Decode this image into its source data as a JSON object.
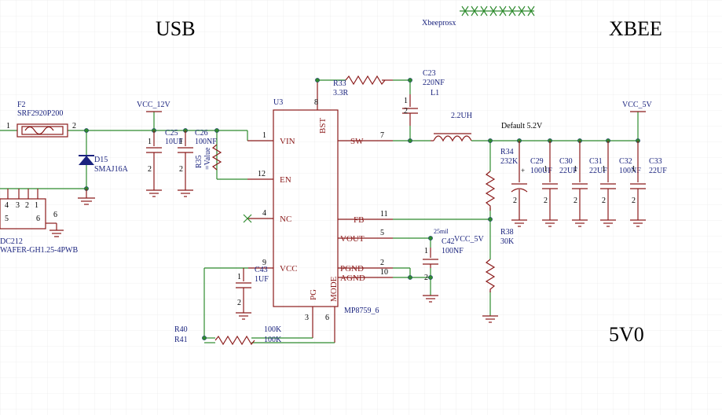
{
  "sections": {
    "usb": "USB",
    "xbee": "XBEE",
    "v5": "5V0"
  },
  "xbee_net": "Xbeeprosx",
  "nets": {
    "vcc12": "VCC_12V",
    "vcc5_top": "VCC_5V",
    "vcc5_mid": "VCC_5V",
    "default": "Default 5.2V",
    "mil": "25mil"
  },
  "connector": {
    "ref": "DC212",
    "part": "WAFER-GH1.25-4PWB",
    "pins": [
      "4",
      "3",
      "2",
      "1",
      "5",
      "6",
      "6"
    ]
  },
  "parts": {
    "f2": {
      "ref": "F2",
      "value": "SRF2920P200",
      "pin1": "1",
      "pin2": "2"
    },
    "d15": {
      "ref": "D15",
      "value": "SMAJ16A"
    },
    "c25": {
      "ref": "C25",
      "value": "10UF"
    },
    "c26": {
      "ref": "C26",
      "value": "100NF"
    },
    "r35": {
      "ref": "R35",
      "value": "=Value"
    },
    "c23": {
      "ref": "C23",
      "value": "220NF"
    },
    "r33": {
      "ref": "R33",
      "value": "3.3R"
    },
    "l1": {
      "ref": "L1",
      "value": "2.2UH"
    },
    "r34": {
      "ref": "R34",
      "value": "232K"
    },
    "r38": {
      "ref": "R38",
      "value": "30K"
    },
    "c29": {
      "ref": "C29",
      "value": "100UF"
    },
    "c30": {
      "ref": "C30",
      "value": "22UF"
    },
    "c31": {
      "ref": "C31",
      "value": "22UF"
    },
    "c32": {
      "ref": "C32",
      "value": "100NF"
    },
    "c33": {
      "ref": "C33",
      "value": "22UF"
    },
    "c43": {
      "ref": "C43",
      "value": "1UF"
    },
    "c42": {
      "ref": "C42",
      "value": "100NF"
    },
    "r40": {
      "ref": "R40",
      "value": "100K"
    },
    "r41": {
      "ref": "R41",
      "value": "100K"
    }
  },
  "u3": {
    "ref": "U3",
    "part": "MP8759_6",
    "pins": {
      "vin": {
        "name": "VIN",
        "num": "1"
      },
      "en": {
        "name": "EN",
        "num": "12"
      },
      "nc": {
        "name": "NC",
        "num": "4"
      },
      "vcc": {
        "name": "VCC",
        "num": "9"
      },
      "bst": {
        "name": "BST",
        "num": "8"
      },
      "sw": {
        "name": "SW",
        "num": "7"
      },
      "fb": {
        "name": "FB",
        "num": "11"
      },
      "vout": {
        "name": "VOUT",
        "num": "5"
      },
      "pgnd": {
        "name": "PGND",
        "num": "2"
      },
      "agnd": {
        "name": "AGND",
        "num": "10"
      },
      "pg": {
        "name": "PG",
        "num": "3"
      },
      "mode": {
        "name": "MODE",
        "num": "6"
      }
    }
  },
  "cap_pins": {
    "a": "1",
    "b": "2"
  }
}
